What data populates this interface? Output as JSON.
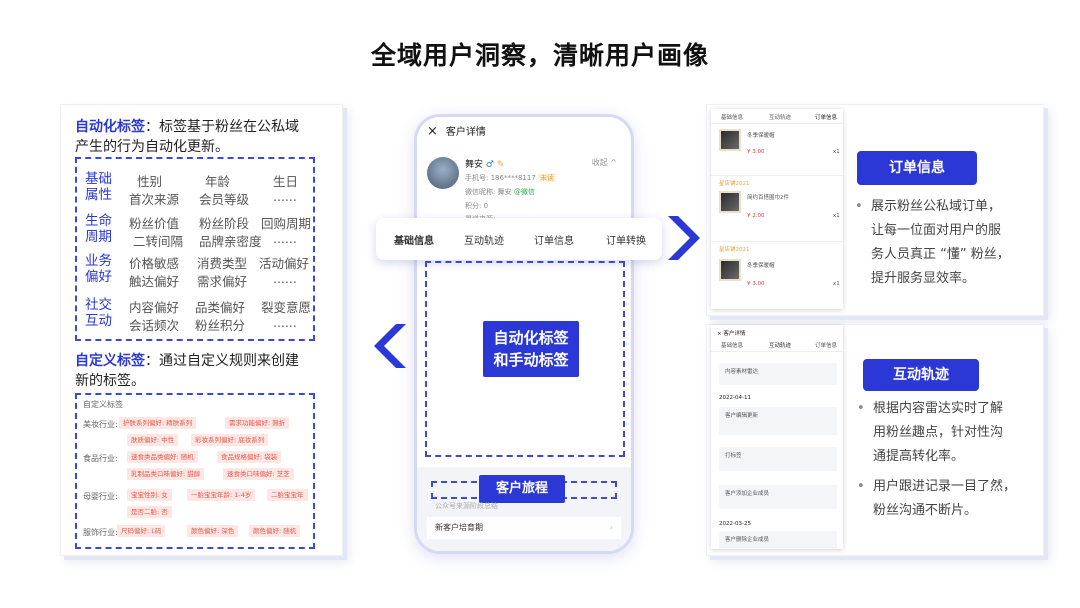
{
  "title": "全域用户洞察，清晰用户画像",
  "left": {
    "auto_title": "自动化标签",
    "auto_desc_line1": "：标签基于粉丝在公私域",
    "auto_desc_line2": "产生的行为自动化更新。",
    "rows": [
      {
        "cat1": "基础",
        "cat2": "属性",
        "line1": [
          "性别",
          "年龄",
          "生日"
        ],
        "line2": [
          "首次来源",
          "会员等级",
          "......"
        ]
      },
      {
        "cat1": "生命",
        "cat2": "周期",
        "line1": [
          "粉丝价值",
          "粉丝阶段",
          "回购周期"
        ],
        "line2": [
          "二转间隔",
          "品牌亲密度",
          "......"
        ]
      },
      {
        "cat1": "业务",
        "cat2": "偏好",
        "line1": [
          "价格敏感",
          "消费类型",
          "活动偏好"
        ],
        "line2": [
          "触达偏好",
          "需求偏好",
          "......"
        ]
      },
      {
        "cat1": "社交",
        "cat2": "互动",
        "line1": [
          "内容偏好",
          "品类偏好",
          "裂变意愿"
        ],
        "line2": [
          "会话频次",
          "粉丝积分",
          "......"
        ]
      }
    ],
    "custom_title": "自定义标签",
    "custom_desc_line1": "：通过自定义规则来创建",
    "custom_desc_line2": "新的标签。",
    "custom_box_header": "自定义标签",
    "custom_rows": [
      {
        "label": "美妆行业:",
        "chips": [
          [
            "护肤系列偏好: 精肤系列",
            "需求功能偏好: 翘折"
          ],
          [
            "肤质偏好: 中性",
            "彩妆系列偏好: 底妆系列"
          ]
        ]
      },
      {
        "label": "食品行业:",
        "chips": [
          [
            "速食类品类偏好: 随机",
            "食品规格偏好: 袋装"
          ],
          [
            "乳制品类口味偏好: 甜醇",
            "速食类口味偏好: 芝芝"
          ]
        ]
      },
      {
        "label": "母婴行业:",
        "chips": [
          [
            "宝宝性别: 女",
            "一胎宝宝年龄: 1-4岁",
            "二胎宝宝年"
          ],
          [
            "是否二胎: 否"
          ]
        ]
      },
      {
        "label": "服饰行业:",
        "chips": [
          [
            "尺码偏好: L码",
            "颜色偏好: 深色",
            "颜色偏好: 随机"
          ]
        ]
      }
    ]
  },
  "phone": {
    "header": "客户详情",
    "close_icon": "×",
    "name": "舞安",
    "gender_icon": "♂",
    "edit_icon": "✎",
    "collapse": "收起",
    "phone_line": "手机号: 186****8117",
    "phone_tag": "未读",
    "wechat_prefix": "微信昵称: 舞安",
    "wechat_badge": "@微信",
    "points": "积分: 0",
    "cut_line": "渠道来源:",
    "tabs": [
      "基础信息",
      "互动轨迹",
      "订单信息",
      "订单转换"
    ],
    "center_badge_line1": "自动化标签",
    "center_badge_line2": "和手动标签",
    "journey_label": "客户旅程",
    "stage_caption": "公众号来源阶段总结",
    "stage_item": "新客户培育期"
  },
  "right_top": {
    "button": "订单信息",
    "bullet_line1": "展示粉丝公私域订单，",
    "bullet_line2": "让每一位面对用户的服",
    "bullet_line3": "务人员真正 “懂” 粉丝，",
    "bullet_line4": "提升服务显效率。",
    "mini": {
      "tabs": [
        "基础信息",
        "互动轨迹",
        "订单信息"
      ],
      "orders": [
        {
          "name": "冬季保暖帽",
          "price": "¥ 3.00",
          "qty": "x1",
          "shop": ""
        },
        {
          "name": "简约百搭围巾2件",
          "price": "¥ 2.00",
          "qty": "x1",
          "shop": "星店铺2021"
        },
        {
          "name": "冬季保暖帽",
          "price": "¥ 3.00",
          "qty": "x1",
          "shop": "星店铺2021"
        }
      ]
    }
  },
  "right_bottom": {
    "button": "互动轨迹",
    "bullet1_line1": "根据内容雷达实时了解",
    "bullet1_line2": "用粉丝趣点，针对性沟",
    "bullet1_line3": "通提高转化率。",
    "bullet2_line1": "用户跟进记录一目了然，",
    "bullet2_line2": "粉丝沟通不断片。",
    "mini": {
      "header": "客户详情",
      "tabs": [
        "基础信息",
        "互动轨迹",
        "订单信息"
      ],
      "dates": [
        "2022-04-11",
        "2022-03-25"
      ],
      "events": [
        "内容素材雷达",
        "客户编辑更新",
        "打标签",
        "客户添加企业成员",
        "客户删除企业成员"
      ]
    }
  },
  "colors": {
    "accent": "#2b38d6",
    "chip_bg": "#fde6e3",
    "chip_fg": "#e55a4a"
  }
}
